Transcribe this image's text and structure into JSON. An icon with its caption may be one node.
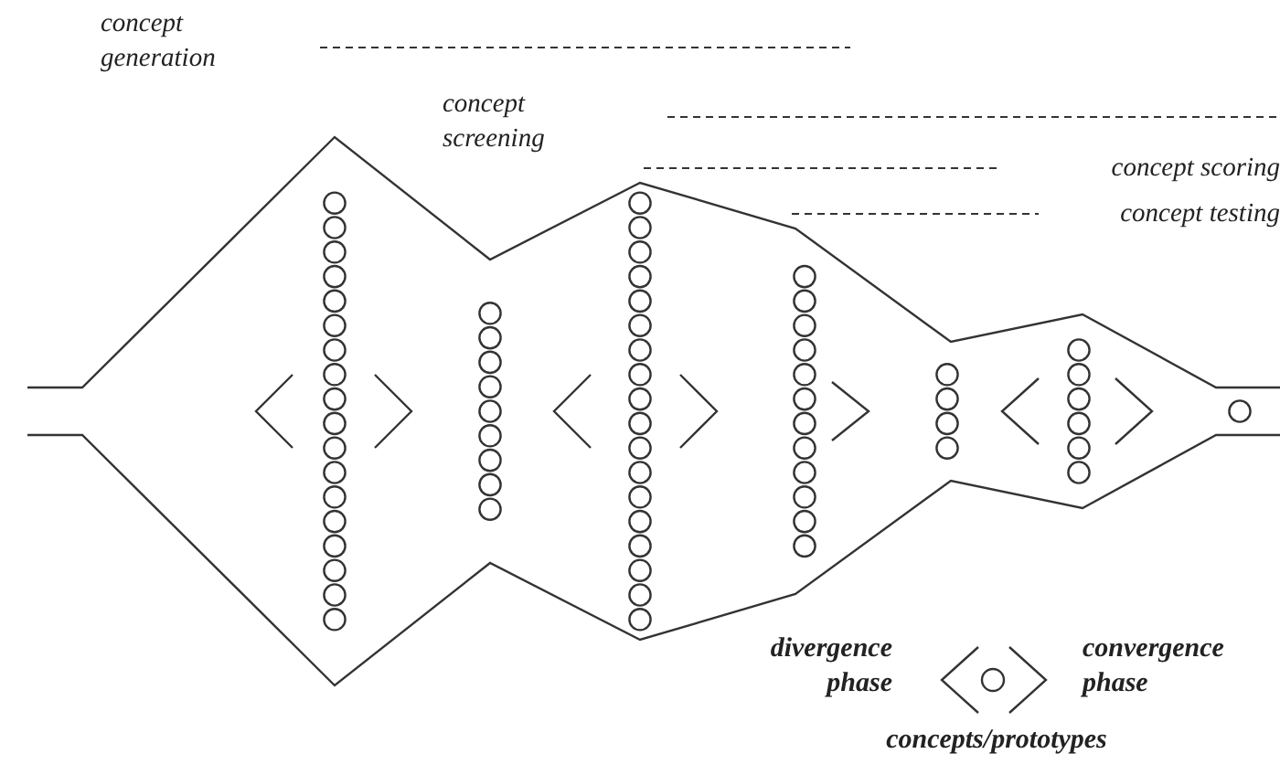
{
  "diagram": {
    "labels": [
      "concept generation",
      "concept screening",
      "concept scoring",
      "concept testing",
      "divergence phase",
      "convergence phase",
      "concepts/prototypes"
    ]
  }
}
